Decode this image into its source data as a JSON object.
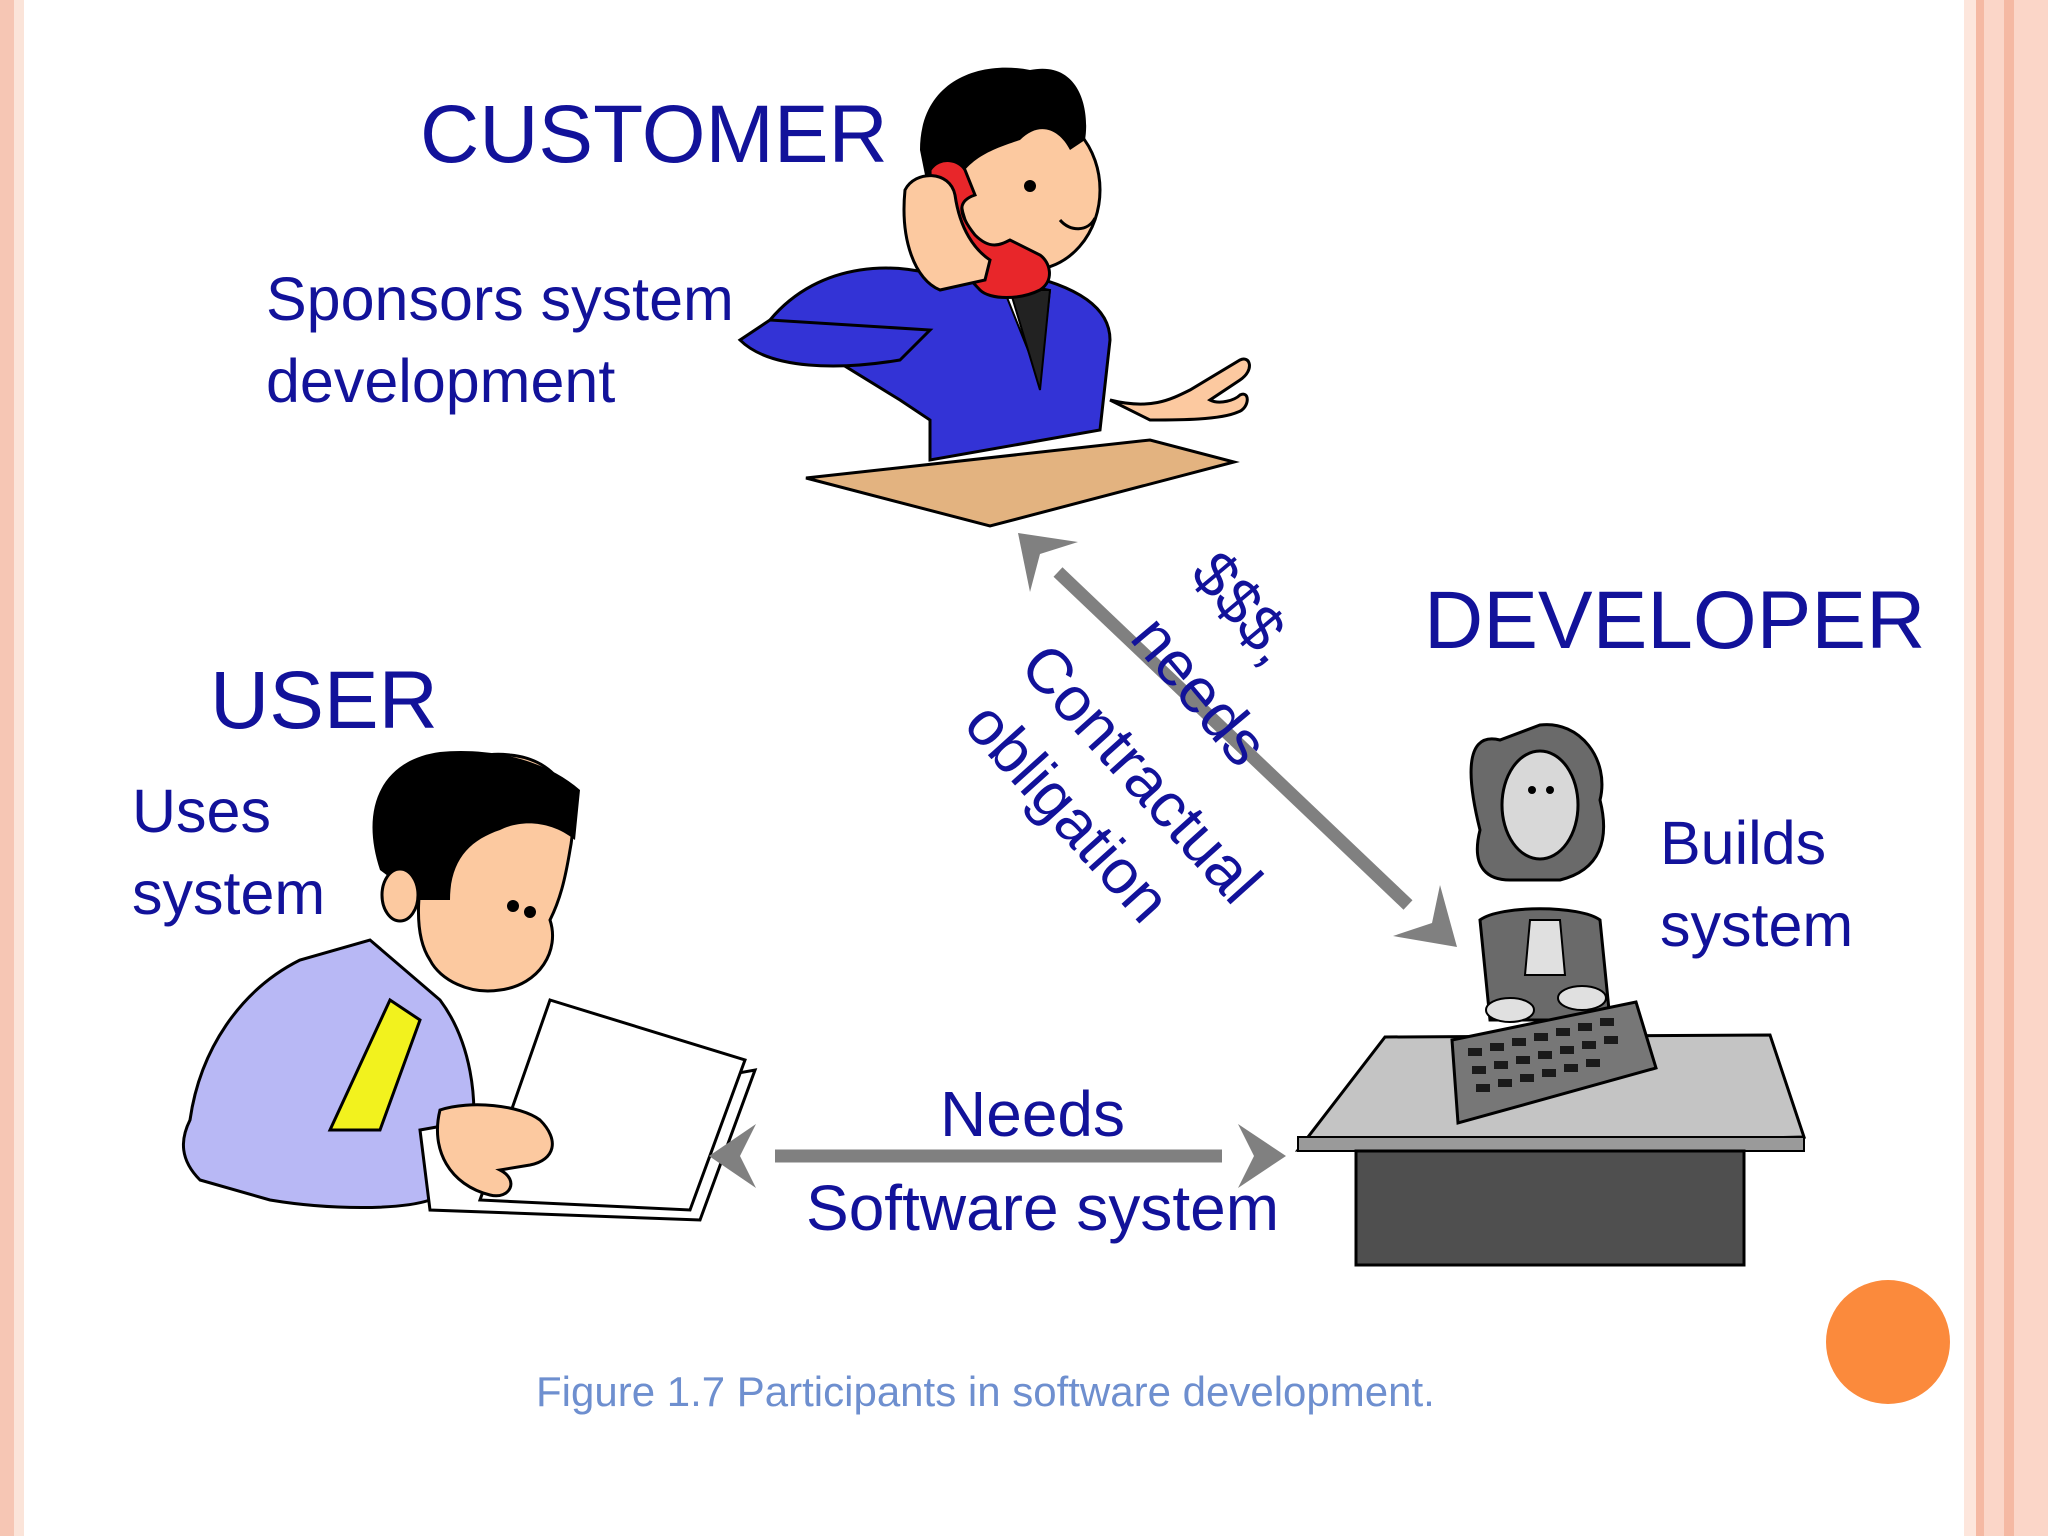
{
  "customer": {
    "title": "CUSTOMER",
    "line1": "Sponsors system",
    "line2": "development"
  },
  "user": {
    "title": "USER",
    "line1": "Uses",
    "line2": "system"
  },
  "developer": {
    "title": "DEVELOPER",
    "line1": "Builds",
    "line2": "system"
  },
  "arrows": {
    "money": "$$$,",
    "needs_top": "needs",
    "contract1": "Contractual",
    "contract2": "obligation",
    "needs": "Needs",
    "software": "Software system"
  },
  "caption": "Figure 1.7  Participants in software development.",
  "colors": {
    "text": "#12129a",
    "caption": "#6e8fcf",
    "arrow": "#808080",
    "accent": "#fb8a3c"
  }
}
